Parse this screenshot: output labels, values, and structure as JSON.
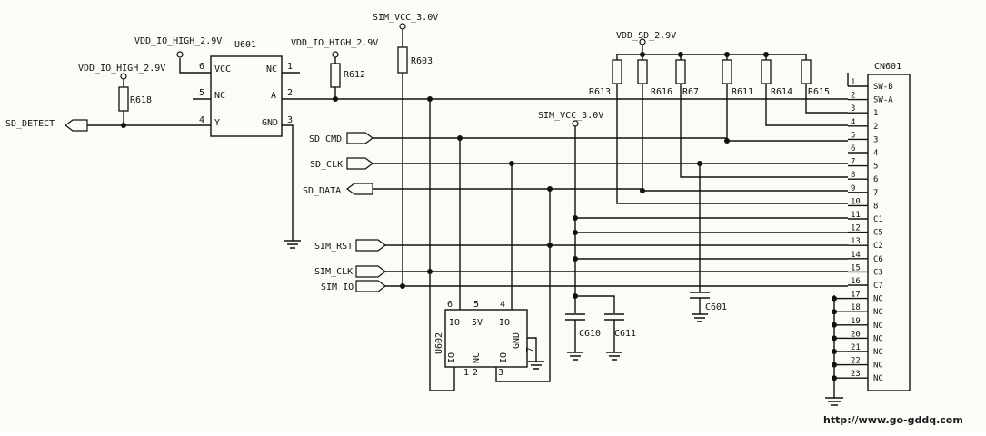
{
  "nets": {
    "vdd_io_high_left": "VDD_IO_HIGH_2.9V",
    "vdd_io_high_u601": "VDD_IO_HIGH_2.9V",
    "vdd_io_high_r612": "VDD_IO_HIGH_2.9V",
    "sim_vcc_top": "SIM_VCC_3.0V",
    "sim_vcc_mid": "SIM_VCC_3.0V",
    "vdd_sd": "VDD_SD_2.9V"
  },
  "u601": {
    "ref": "U601",
    "pins": [
      {
        "num": "6",
        "name": "VCC"
      },
      {
        "num": "5",
        "name": "NC"
      },
      {
        "num": "4",
        "name": "Y"
      },
      {
        "num": "1",
        "name": "NC"
      },
      {
        "num": "2",
        "name": "A"
      },
      {
        "num": "3",
        "name": "GND"
      }
    ]
  },
  "u602": {
    "ref": "U602",
    "top_nums": [
      "6",
      "5",
      "4"
    ],
    "top_names": [
      "IO",
      "5V",
      "IO"
    ],
    "bottom_nums": [
      "1",
      "2",
      "3"
    ],
    "bottom_names": [
      "IO",
      "NC",
      "IO"
    ],
    "gnd_name": "GND",
    "gnd_num": "7"
  },
  "resistors": {
    "r618": "R618",
    "r612": "R612",
    "r603": "R603",
    "sd_pullups": [
      "R613",
      "R616",
      "R67",
      "R611",
      "R614",
      "R615"
    ]
  },
  "capacitors": {
    "c610": "C610",
    "c611": "C611",
    "c601": "C601"
  },
  "signals": {
    "sd_detect": "SD_DETECT",
    "sd_cmd": "SD_CMD",
    "sd_clk": "SD_CLK",
    "sd_data": "SD_DATA",
    "sim_rst": "SIM_RST",
    "sim_clk": "SIM_CLK",
    "sim_io": "SIM_IO"
  },
  "cn601": {
    "ref": "CN601",
    "pins": [
      {
        "num": "1",
        "name": "SW-B"
      },
      {
        "num": "2",
        "name": "SW-A"
      },
      {
        "num": "3",
        "name": "1"
      },
      {
        "num": "4",
        "name": "2"
      },
      {
        "num": "5",
        "name": "3"
      },
      {
        "num": "6",
        "name": "4"
      },
      {
        "num": "7",
        "name": "5"
      },
      {
        "num": "8",
        "name": "6"
      },
      {
        "num": "9",
        "name": "7"
      },
      {
        "num": "10",
        "name": "8"
      },
      {
        "num": "11",
        "name": "C1"
      },
      {
        "num": "12",
        "name": "C5"
      },
      {
        "num": "13",
        "name": "C2"
      },
      {
        "num": "14",
        "name": "C6"
      },
      {
        "num": "15",
        "name": "C3"
      },
      {
        "num": "16",
        "name": "C7"
      },
      {
        "num": "17",
        "name": "NC"
      },
      {
        "num": "18",
        "name": "NC"
      },
      {
        "num": "19",
        "name": "NC"
      },
      {
        "num": "20",
        "name": "NC"
      },
      {
        "num": "21",
        "name": "NC"
      },
      {
        "num": "22",
        "name": "NC"
      },
      {
        "num": "23",
        "name": "NC"
      }
    ]
  },
  "watermark": "http://www.go-gddq.com"
}
